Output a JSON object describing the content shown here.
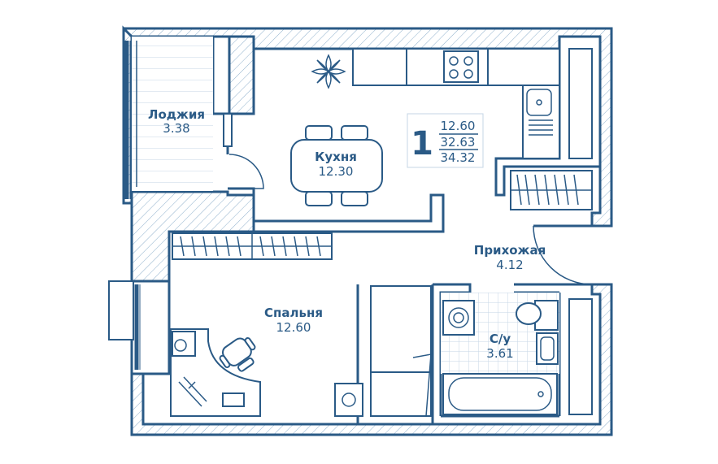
{
  "plan": {
    "room_count": "1",
    "areas": {
      "living": "12.60",
      "total": "32.63",
      "total_with_balcony": "34.32"
    },
    "rooms": [
      {
        "id": "loggia",
        "name": "Лоджия",
        "area": "3.38"
      },
      {
        "id": "kitchen",
        "name": "Кухня",
        "area": "12.30"
      },
      {
        "id": "hallway",
        "name": "Прихожая",
        "area": "4.12"
      },
      {
        "id": "bedroom",
        "name": "Спальня",
        "area": "12.60"
      },
      {
        "id": "bathroom",
        "name": "С/у",
        "area": "3.61"
      }
    ],
    "colors": {
      "line": "#2a5a86",
      "hatch": "#8fb0cc",
      "floor": "#ffffff"
    }
  }
}
